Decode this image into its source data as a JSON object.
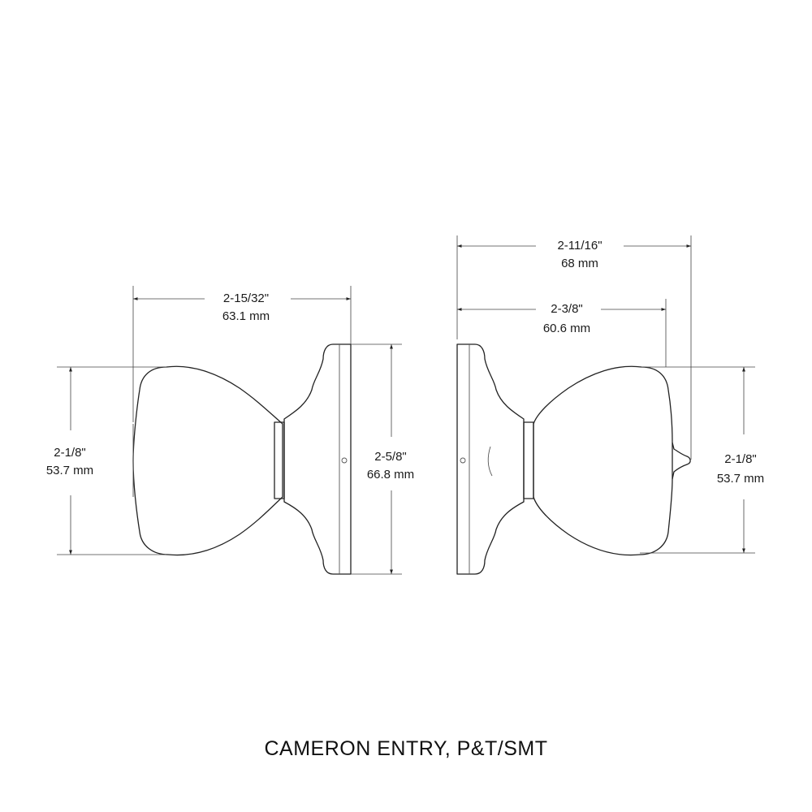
{
  "title": "CAMERON ENTRY,  P&T/SMT",
  "left_view": {
    "width_in": "2-15/32\"",
    "width_mm": "63.1 mm",
    "knob_dia_in": "2-1/8\"",
    "knob_dia_mm": "53.7 mm",
    "rose_dia_in": "2-5/8\"",
    "rose_dia_mm": "66.8 mm"
  },
  "right_view": {
    "overall_in": "2-11/16\"",
    "overall_mm": "68 mm",
    "width_in": "2-3/8\"",
    "width_mm": "60.6 mm",
    "knob_dia_in": "2-1/8\"",
    "knob_dia_mm": "53.7 mm"
  },
  "colors": {
    "line": "#222222",
    "text": "#1a1a1a",
    "background": "#ffffff"
  }
}
